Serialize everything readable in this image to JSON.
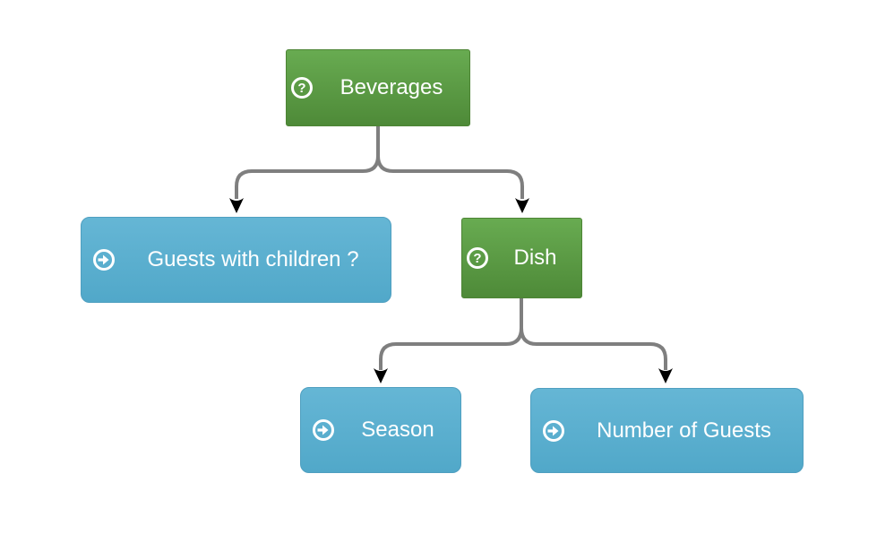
{
  "colors": {
    "background": "#ffffff",
    "text": "#ffffff",
    "connector": "#7f7f7f",
    "arrowhead": "#000000",
    "green-top": "#68ab51",
    "green-bottom": "#4e8a38",
    "green-border": "#4d8435",
    "blue-top": "#65b6d5",
    "blue-bottom": "#51a8c9",
    "blue-border": "#4f9fc0"
  },
  "diagram": {
    "nodes": [
      {
        "id": "beverages",
        "label": "Beverages",
        "kind": "question",
        "icon": "question-icon"
      },
      {
        "id": "guests-with-children",
        "label": "Guests with children ?",
        "kind": "attribute",
        "icon": "arrow-icon"
      },
      {
        "id": "dish",
        "label": "Dish",
        "kind": "question",
        "icon": "question-icon"
      },
      {
        "id": "season",
        "label": "Season",
        "kind": "attribute",
        "icon": "arrow-icon"
      },
      {
        "id": "number-of-guests",
        "label": "Number of Guests",
        "kind": "attribute",
        "icon": "arrow-icon"
      }
    ],
    "edges": [
      {
        "from": "beverages",
        "to": "guests-with-children"
      },
      {
        "from": "beverages",
        "to": "dish"
      },
      {
        "from": "dish",
        "to": "season"
      },
      {
        "from": "dish",
        "to": "number-of-guests"
      }
    ]
  }
}
